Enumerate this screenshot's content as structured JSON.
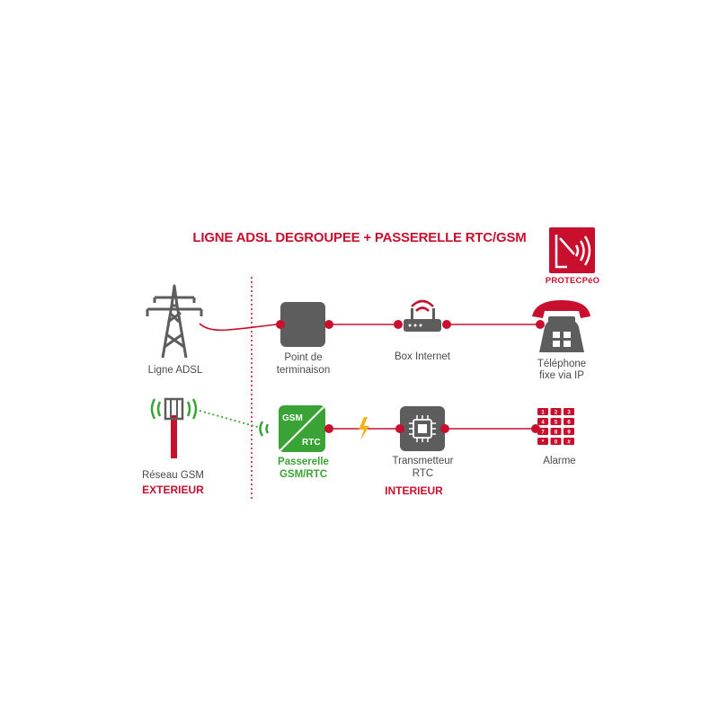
{
  "title": "LIGNE ADSL DEGROUPEE + PASSERELLE RTC/GSM",
  "brand": {
    "name": "PROTECPéO",
    "color": "#c8102e"
  },
  "colors": {
    "accent": "#c8102e",
    "green": "#3aa335",
    "device_gray": "#5d5d5d",
    "text_gray": "#4a4a4a"
  },
  "nodes": {
    "pylon": {
      "icon": "power-pylon-icon",
      "label": "Ligne ADSL"
    },
    "antenna": {
      "icon": "cell-tower-icon",
      "label": "Réseau GSM"
    },
    "termination": {
      "icon": "termination-box-icon",
      "label_line1": "Point de",
      "label_line2": "terminaison"
    },
    "router": {
      "icon": "router-icon",
      "label": "Box Internet"
    },
    "phone": {
      "icon": "telephone-icon",
      "label_line1": "Téléphone",
      "label_line2": "fixe via IP"
    },
    "gateway": {
      "icon": "gateway-icon",
      "text_top": "GSM",
      "text_bottom": "RTC",
      "label_line1": "Passerelle",
      "label_line2": "GSM/RTC"
    },
    "transmitter": {
      "icon": "chip-icon",
      "label_line1": "Transmetteur",
      "label_line2": "RTC"
    },
    "alarm": {
      "icon": "keypad-icon",
      "label": "Alarme",
      "keys": [
        "1",
        "2",
        "3",
        "4",
        "5",
        "6",
        "7",
        "8",
        "9",
        "*",
        "0",
        "#"
      ]
    }
  },
  "zones": {
    "exterior": "EXTERIEUR",
    "interior": "INTERIEUR"
  }
}
